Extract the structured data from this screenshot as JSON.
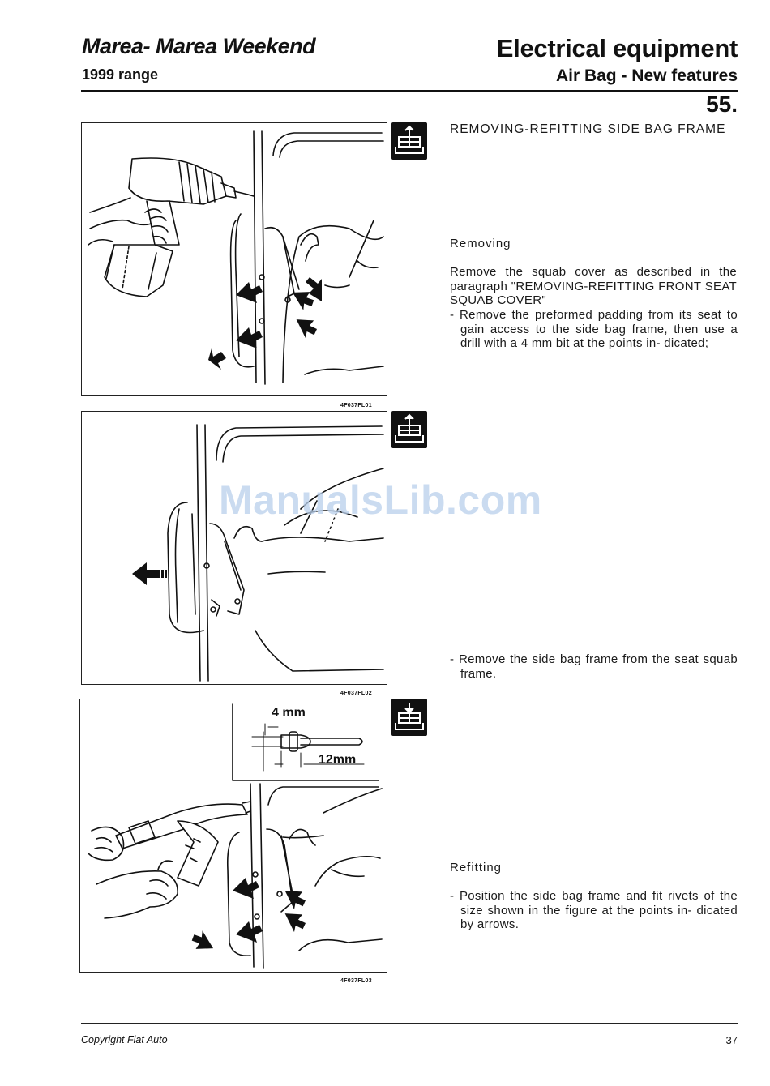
{
  "header": {
    "model": "Marea- Marea Weekend",
    "range": "1999 range",
    "section": "Electrical equipment",
    "subsection": "Air Bag -  New features",
    "page_code": "55."
  },
  "figures": [
    {
      "code": "4F037FL01",
      "icon": "removal-icon"
    },
    {
      "code": "4F037FL02",
      "icon": "removal-icon"
    },
    {
      "code": "4F037FL03",
      "icon": "refitting-icon",
      "dim_top": "4 mm",
      "dim_bottom": "12mm"
    }
  ],
  "content": {
    "title": "REMOVING-REFITTING SIDE BAG FRAME",
    "removing_heading": "Removing",
    "removing_para": "Remove the squab cover as described in the paragraph \"REMOVING-REFITTING FRONT SEAT SQUAB COVER\"",
    "removing_step1": "- Remove the preformed padding from its seat to gain access to the side bag frame, then use a drill with a 4 mm bit at the points in- dicated;",
    "removing_step2": "- Remove the side bag frame from the seat squab frame.",
    "refitting_heading": "Refitting",
    "refitting_step1": "- Position the side bag frame and fit rivets of the size shown in the figure at the points in- dicated by arrows."
  },
  "watermark": "ManualsLib.com",
  "footer": {
    "copyright": "Copyright  Fiat Auto",
    "page_number": "37"
  }
}
